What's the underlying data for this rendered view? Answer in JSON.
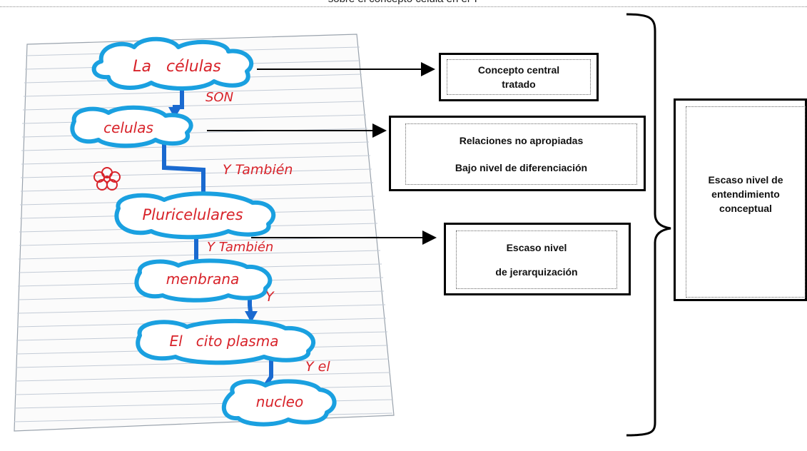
{
  "header": {
    "caption": "sobre el concepto célula en el T"
  },
  "handwritten_map": {
    "nodes": [
      "La   células",
      "celulas",
      "Pluricelulares",
      "menbrana",
      "El   cito plasma",
      "nucleo"
    ],
    "links": [
      "SON",
      "Y También",
      "Y También",
      "Y",
      "Y el"
    ],
    "doodle": "flower-doodle-icon"
  },
  "callouts": {
    "concept": {
      "line1": "Concepto central",
      "line2": "tratado"
    },
    "relations": {
      "line1": "Relaciones no apropiadas",
      "line2": "Bajo nivel de diferenciación"
    },
    "hierarchy": {
      "line1": "Escaso nivel",
      "line2": "de jerarquización"
    },
    "summary": {
      "line1": "Escaso nivel de",
      "line2": "entendimiento",
      "line3": "conceptual"
    }
  },
  "colors": {
    "cloud": "#1aa0e0",
    "arrow": "#1a6ad0",
    "ink": "#d8232a",
    "paper_line": "#b9c2cf"
  }
}
